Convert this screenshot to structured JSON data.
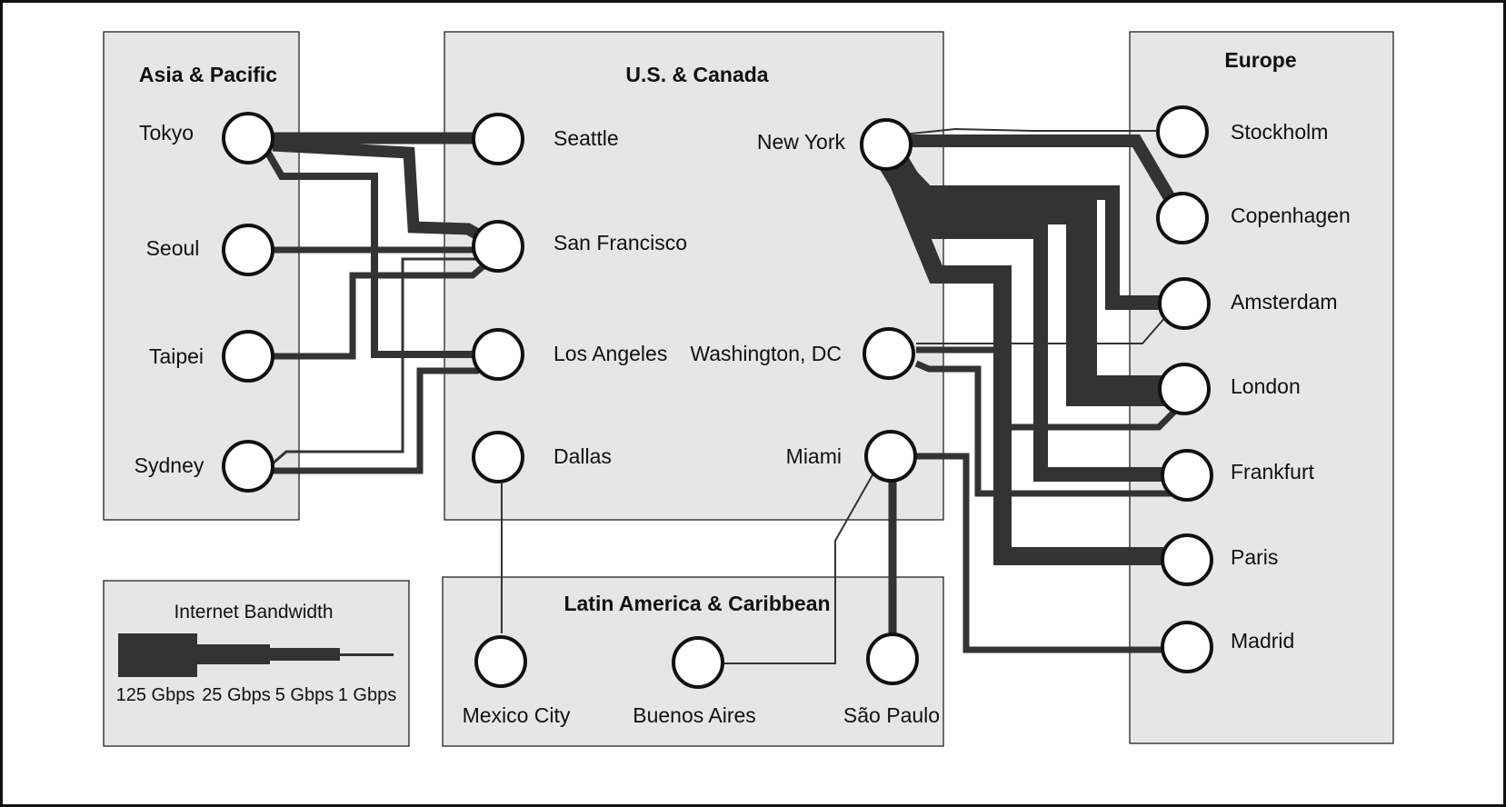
{
  "regions": {
    "asia": "Asia & Pacific",
    "us": "U.S. & Canada",
    "europe": "Europe",
    "latam": "Latin America & Caribbean"
  },
  "cities": {
    "tokyo": "Tokyo",
    "seoul": "Seoul",
    "taipei": "Taipei",
    "sydney": "Sydney",
    "seattle": "Seattle",
    "sanfrancisco": "San Francisco",
    "losangeles": "Los Angeles",
    "dallas": "Dallas",
    "newyork": "New York",
    "washington": "Washington, DC",
    "miami": "Miami",
    "stockholm": "Stockholm",
    "copenhagen": "Copenhagen",
    "amsterdam": "Amsterdam",
    "london": "London",
    "frankfurt": "Frankfurt",
    "paris": "Paris",
    "madrid": "Madrid",
    "mexicocity": "Mexico City",
    "buenosaires": "Buenos Aires",
    "saopaulo": "São Paulo"
  },
  "legend": {
    "title": "Internet Bandwidth",
    "levels": [
      {
        "label": "125 Gbps",
        "gbps": 125
      },
      {
        "label": "25 Gbps",
        "gbps": 25
      },
      {
        "label": "5 Gbps",
        "gbps": 5
      },
      {
        "label": "1 Gbps",
        "gbps": 1
      }
    ]
  },
  "links": [
    {
      "from": "Tokyo",
      "to": "Seattle",
      "gbps": 25
    },
    {
      "from": "Tokyo",
      "to": "San Francisco",
      "gbps": 25
    },
    {
      "from": "Tokyo",
      "to": "Los Angeles",
      "gbps": 5
    },
    {
      "from": "Seoul",
      "to": "San Francisco",
      "gbps": 5
    },
    {
      "from": "Taipei",
      "to": "San Francisco",
      "gbps": 5
    },
    {
      "from": "Sydney",
      "to": "San Francisco",
      "gbps": 1
    },
    {
      "from": "Sydney",
      "to": "Los Angeles",
      "gbps": 5
    },
    {
      "from": "New York",
      "to": "Stockholm",
      "gbps": 1
    },
    {
      "from": "New York",
      "to": "Copenhagen",
      "gbps": 25
    },
    {
      "from": "New York",
      "to": "Amsterdam",
      "gbps": 25
    },
    {
      "from": "New York",
      "to": "London",
      "gbps": 125
    },
    {
      "from": "New York",
      "to": "Frankfurt",
      "gbps": 25
    },
    {
      "from": "New York",
      "to": "Paris",
      "gbps": 25
    },
    {
      "from": "Washington, DC",
      "to": "Amsterdam",
      "gbps": 1
    },
    {
      "from": "Washington, DC",
      "to": "London",
      "gbps": 5
    },
    {
      "from": "Washington, DC",
      "to": "Frankfurt",
      "gbps": 5
    },
    {
      "from": "Dallas",
      "to": "Mexico City",
      "gbps": 1
    },
    {
      "from": "Miami",
      "to": "Buenos Aires",
      "gbps": 1
    },
    {
      "from": "Miami",
      "to": "São Paulo",
      "gbps": 5
    },
    {
      "from": "Miami",
      "to": "Madrid",
      "gbps": 5
    }
  ]
}
